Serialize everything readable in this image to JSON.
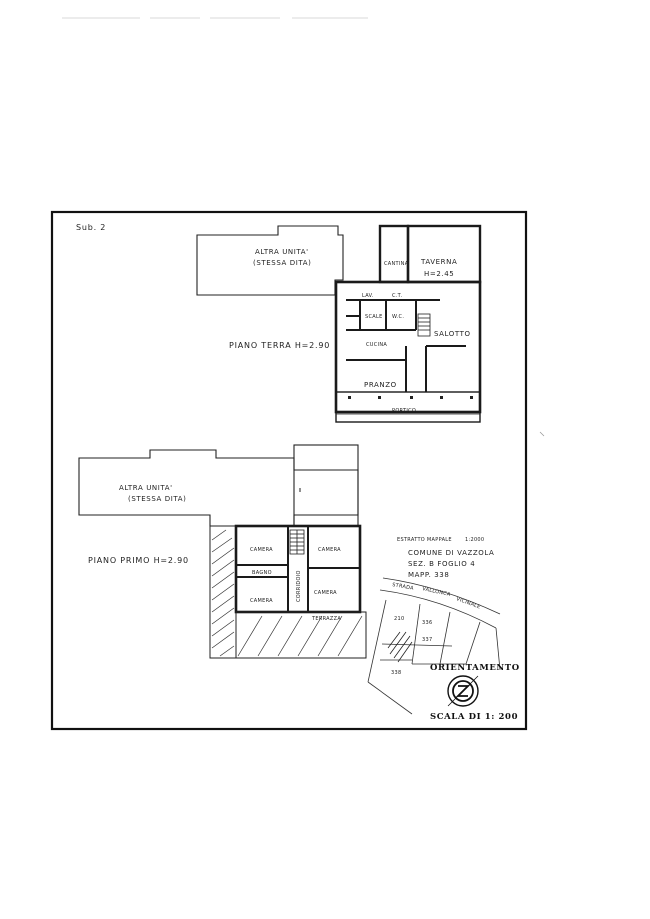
{
  "sheet": {
    "sub_label": "Sub. 2"
  },
  "ground_floor": {
    "other_unit": [
      "ALTRA  UNITA'",
      "(STESSA DITA)"
    ],
    "floor_label": "PIANO TERRA  H=2.90",
    "rooms": {
      "cantina": "CANTINA",
      "taverna": "TAVERNA",
      "taverna_height": "H=2.45",
      "lav": "LAV.",
      "ct": "C.T.",
      "scale": "SCALE",
      "wc": "W.C.",
      "salotto": "SALOTTO",
      "cucina": "CUCINA",
      "pranzo": "PRANZO",
      "portico": "PORTICO"
    }
  },
  "first_floor": {
    "other_unit": [
      "ALTRA  UNITA'",
      "(STESSA DITA)"
    ],
    "floor_label": "PIANO PRIMO  H=2.90",
    "rooms": {
      "camera_1": "CAMERA",
      "camera_2": "CAMERA",
      "bagno": "BAGNO",
      "camera_3": "CAMERA",
      "camera_4": "CAMERA",
      "corridoio": "CORRIDOIO",
      "terrazza": "TERRAZZA"
    }
  },
  "cadastral_extract": {
    "title": "ESTRATTO  MAPPALE",
    "title_scale": "1:2000",
    "lines": [
      "COMUNE DI VAZZOLA",
      "SEZ. B  FOGLIO 4",
      "MAPP. 338"
    ],
    "road": [
      "STRADA",
      "VALLONCA",
      "VICINALE"
    ],
    "parcels": [
      "210",
      "336",
      "337",
      "338"
    ]
  },
  "orientation": {
    "label": "ORIENTAMENTO",
    "scale": "SCALA DI 1: 200"
  }
}
